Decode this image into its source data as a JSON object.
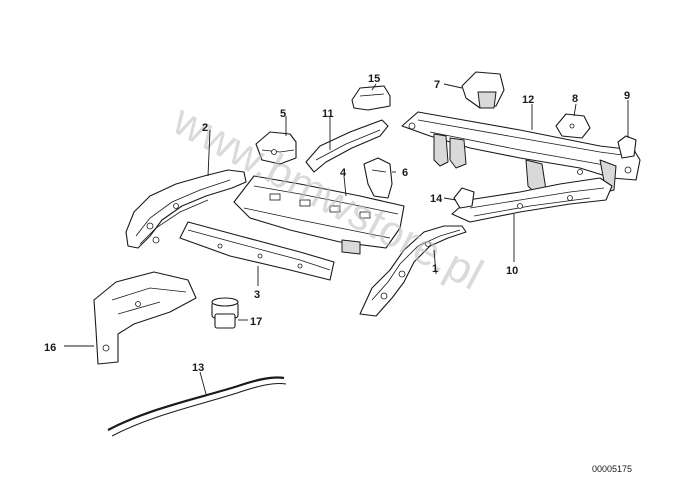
{
  "callouts": {
    "c1": "1",
    "c2": "2",
    "c3": "3",
    "c4": "4",
    "c5": "5",
    "c6": "6",
    "c7": "7",
    "c8": "8",
    "c9": "9",
    "c10": "10",
    "c11": "11",
    "c12": "12",
    "c13": "13",
    "c14": "14",
    "c15": "15",
    "c16": "16",
    "c17": "17"
  },
  "diagram_code": "00005175",
  "watermark": "www.bmwstore.pl"
}
